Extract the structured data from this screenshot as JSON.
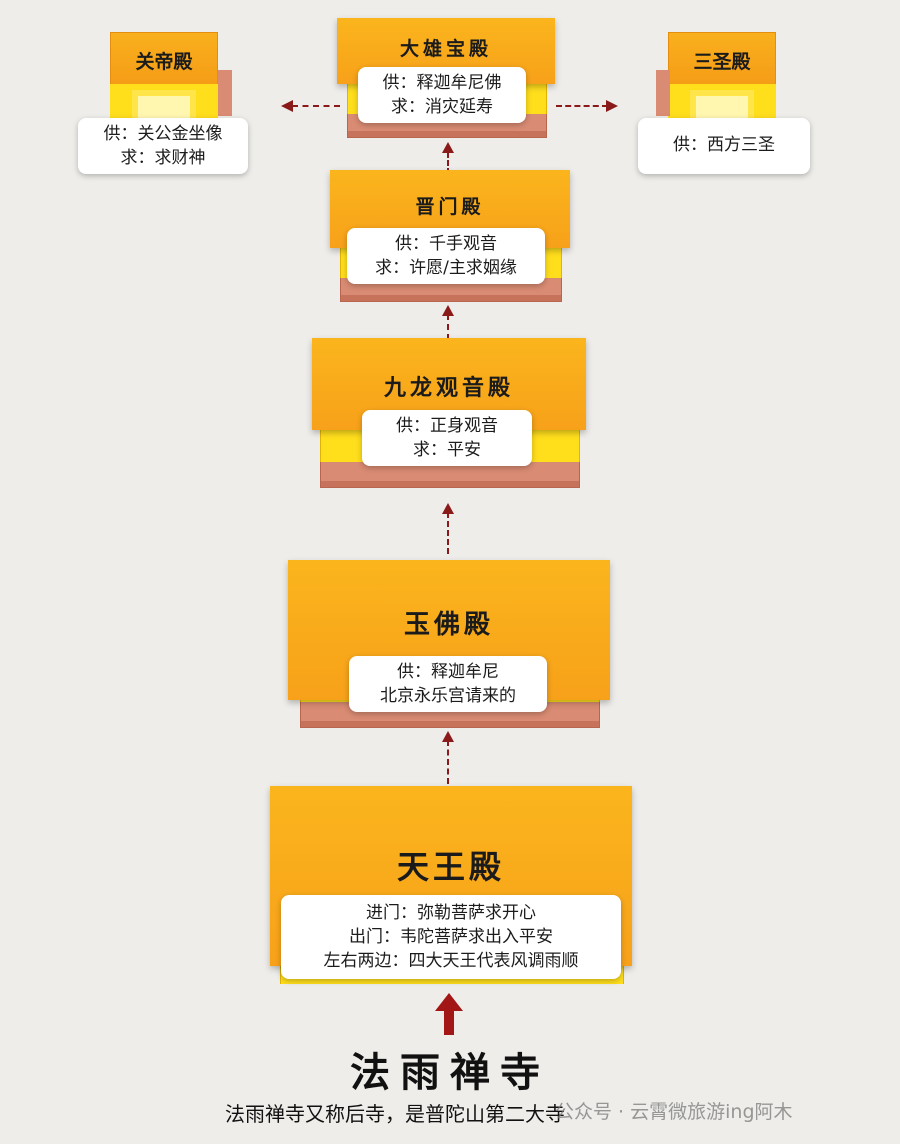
{
  "halls": {
    "daxiong": {
      "name": "大雄宝殿",
      "lines": [
        "供：释迦牟尼佛",
        "求：消灾延寿"
      ]
    },
    "guandi": {
      "name": "关帝殿",
      "lines": [
        "供：关公金坐像",
        "求：求财神"
      ]
    },
    "sansheng": {
      "name": "三圣殿",
      "lines": [
        "供：西方三圣"
      ]
    },
    "sheng": {
      "name": "晋门殿",
      "lines": [
        "供：千手观音",
        "求：许愿/主求姻缘"
      ]
    },
    "jiulong": {
      "name": "九龙观音殿",
      "lines": [
        "供：正身观音",
        "求：平安"
      ]
    },
    "yufo": {
      "name": "玉佛殿",
      "lines": [
        "供：释迦牟尼",
        "北京永乐宫请来的"
      ]
    },
    "tianwang": {
      "name": "天王殿",
      "lines": [
        "进门：弥勒菩萨求开心",
        "出门：韦陀菩萨求出入平安",
        "左右两边：四大天王代表风调雨顺"
      ]
    }
  },
  "footer": {
    "title": "法雨禅寺",
    "caption": "法雨禅寺又称后寺，是普陀山第二大寺",
    "watermark": "公众号 · 云霄微旅游ing阿木"
  },
  "colors": {
    "roof": "#f7a11a",
    "wall": "#ffde1c",
    "base": "#d98b73",
    "arrow": "#8a1a1a"
  }
}
